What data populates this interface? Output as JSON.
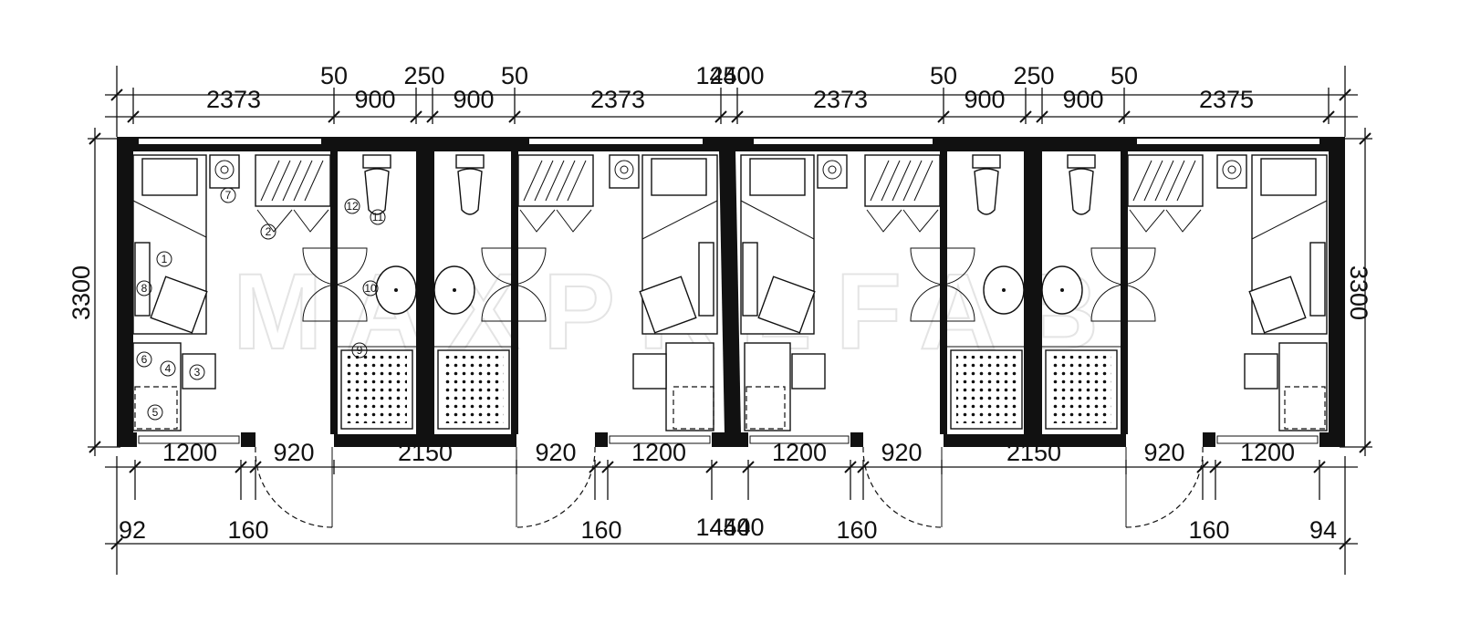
{
  "watermark": "MAXPREFAB",
  "top_dimensions": {
    "segments_row": [
      "2373",
      "900",
      "900",
      "2373",
      "2373",
      "900",
      "900",
      "2375"
    ],
    "upper_row": [
      "50",
      "250",
      "50",
      "50",
      "250",
      "50"
    ],
    "overall": "14400",
    "overlap": "250"
  },
  "side_dimensions": {
    "left": "3300",
    "right": "3300"
  },
  "bottom_dimensions": {
    "openings_row": [
      "1200",
      "920",
      "2150",
      "920",
      "1200",
      "1200",
      "920",
      "2150",
      "920",
      "1200"
    ],
    "lower_row": [
      "92",
      "160",
      "160",
      "160",
      "160",
      "94"
    ],
    "overall": "14400",
    "overlap": "454"
  },
  "legend_markers": [
    "1",
    "2",
    "3",
    "4",
    "5",
    "6",
    "7",
    "8",
    "9",
    "10",
    "11",
    "12"
  ]
}
